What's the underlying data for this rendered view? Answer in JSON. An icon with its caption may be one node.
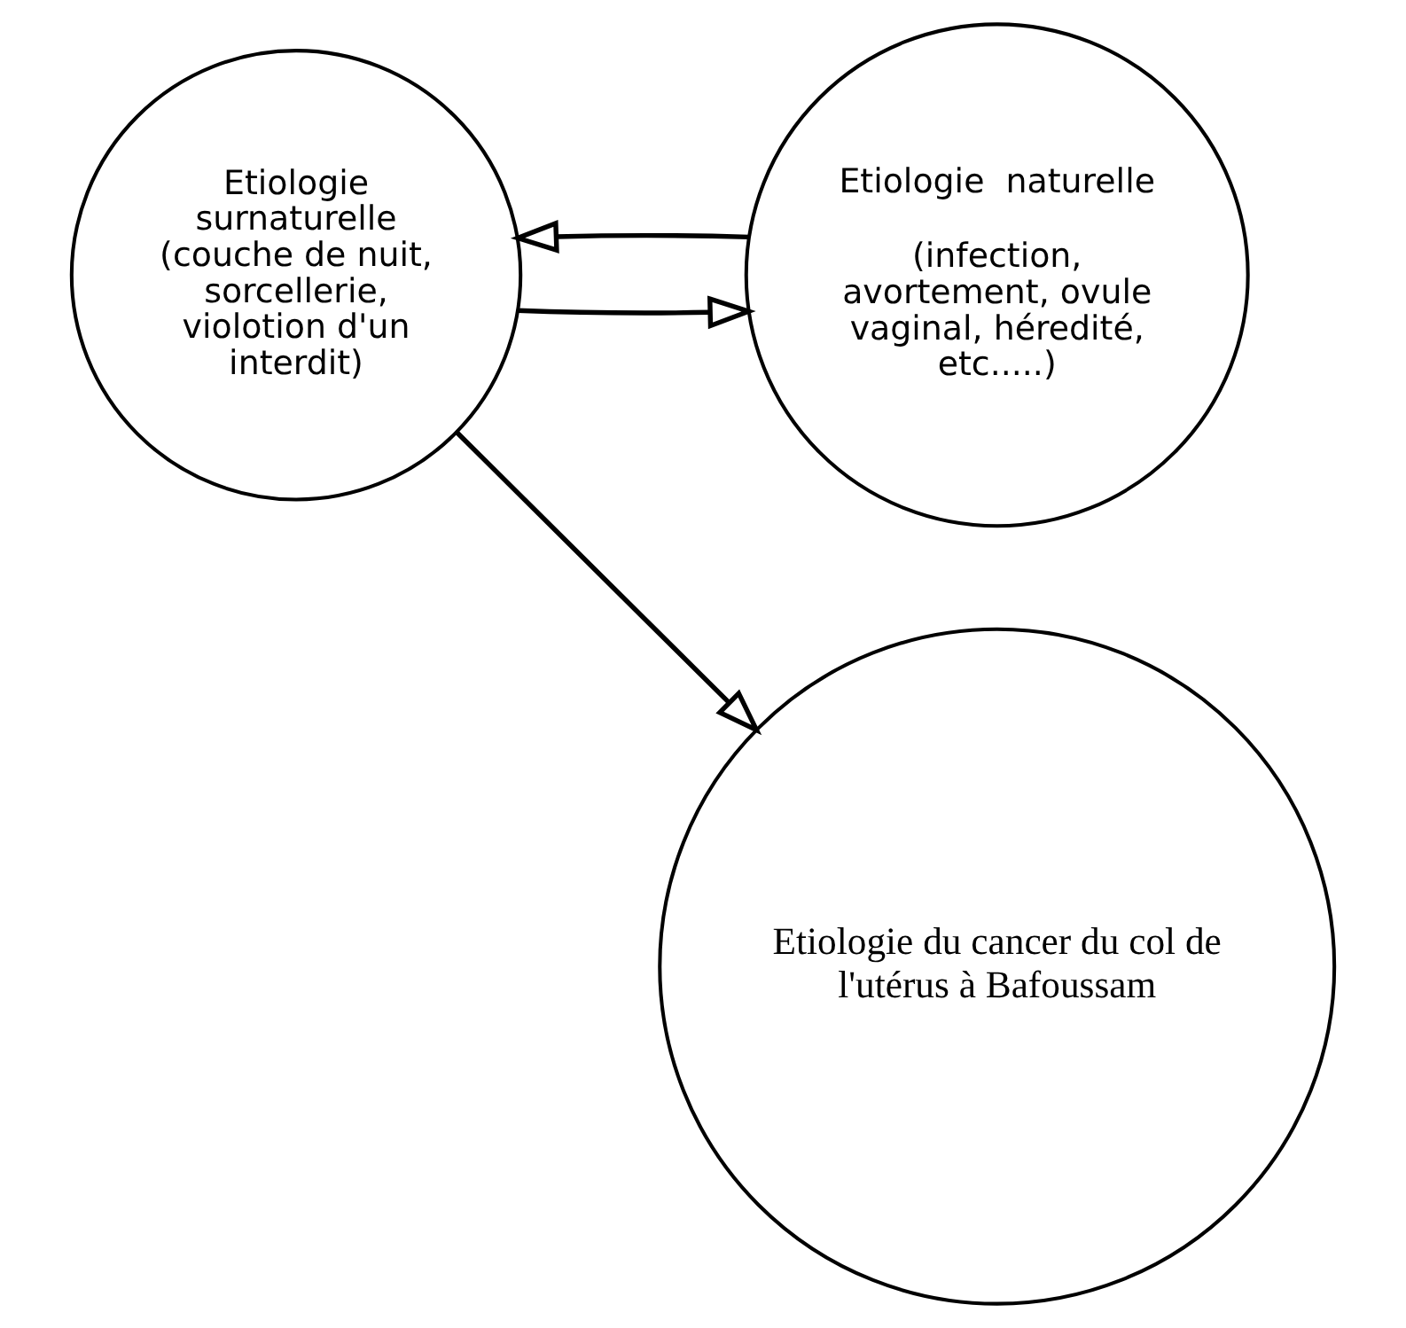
{
  "diagram": {
    "nodes": [
      {
        "text": [
          "Etiologie surnaturelle (couche de nuit, sorcellerie, violotion d'un interdit)"
        ]
      },
      {
        "text": [
          "Etiologie  naturelle",
          "(infection, avortement, ovule vaginal, héredité, etc.....)"
        ]
      },
      {
        "text": [
          "Etiologie du cancer du col de l'utérus à Bafoussam"
        ]
      }
    ],
    "edges": [
      {
        "from": 1,
        "to": 0,
        "arrow": "to"
      },
      {
        "from": 0,
        "to": 1,
        "arrow": "to"
      },
      {
        "from": 0,
        "to": 2,
        "arrow": "to"
      }
    ]
  }
}
